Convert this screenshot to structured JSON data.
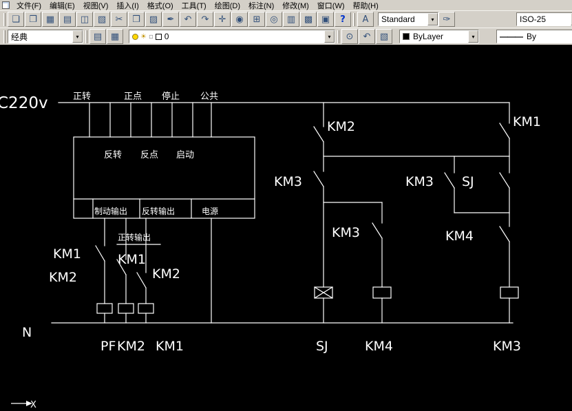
{
  "ui": {
    "chevron": "▾",
    "sun": "☀",
    "lock": "▫"
  },
  "menu": {
    "items": [
      "文件(F)",
      "编辑(E)",
      "视图(V)",
      "插入(I)",
      "格式(O)",
      "工具(T)",
      "绘图(D)",
      "标注(N)",
      "修改(M)",
      "窗口(W)",
      "帮助(H)"
    ]
  },
  "toolbars": {
    "row1": {
      "buttons": [
        {
          "name": "new-icon",
          "glyph": "❏"
        },
        {
          "name": "open-icon",
          "glyph": "❐"
        },
        {
          "name": "save-icon",
          "glyph": "▦"
        },
        {
          "name": "plot-icon",
          "glyph": "▤"
        },
        {
          "name": "plot-preview-icon",
          "glyph": "◫"
        },
        {
          "name": "publish-icon",
          "glyph": "▧"
        },
        {
          "name": "cut-icon",
          "glyph": "✂"
        },
        {
          "name": "copy-icon",
          "glyph": "❒"
        },
        {
          "name": "paste-icon",
          "glyph": "▨"
        },
        {
          "name": "match-properties-icon",
          "glyph": "✒"
        },
        {
          "name": "undo-icon",
          "glyph": "↶"
        },
        {
          "name": "redo-icon",
          "glyph": "↷"
        },
        {
          "name": "pan-icon",
          "glyph": "✛"
        },
        {
          "name": "zoom-realtime-icon",
          "glyph": "◉"
        },
        {
          "name": "zoom-window-icon",
          "glyph": "⊞"
        },
        {
          "name": "zoom-previous-icon",
          "glyph": "◎"
        },
        {
          "name": "properties-icon",
          "glyph": "▥"
        },
        {
          "name": "designcenter-icon",
          "glyph": "▩"
        },
        {
          "name": "toolpalettes-icon",
          "glyph": "▣"
        },
        {
          "name": "help-icon",
          "glyph": "?"
        }
      ],
      "text_style_glyph": "A",
      "style_combo": "Standard",
      "dim_brush_glyph": "✑",
      "dimstyle_combo": "ISO-25"
    },
    "row2": {
      "workspace_combo": "经典",
      "buttons_left": [
        {
          "name": "layer-properties-icon",
          "glyph": "▤"
        },
        {
          "name": "layer-states-icon",
          "glyph": "▦"
        }
      ],
      "layer_value": "0",
      "buttons_right": [
        {
          "name": "make-object-layer-current-icon",
          "glyph": "⊙"
        },
        {
          "name": "layer-previous-icon",
          "glyph": "↶"
        },
        {
          "name": "layer-isolate-icon",
          "glyph": "▧"
        }
      ],
      "color_combo": "ByLayer",
      "linetype_line": "———",
      "linetype_combo": "By"
    }
  },
  "drawing": {
    "labels": {
      "supply": "C220v",
      "col1": "正转",
      "col2": "正点",
      "col3": "停止",
      "col4": "公共",
      "row1": "反转",
      "row2": "反点",
      "row3": "启动",
      "out1": "制动输出",
      "out2": "反转输出",
      "out3": "电源",
      "fwd_out": "正转输出",
      "km1_left": "KM1",
      "km2_left": "KM2",
      "km1_mid": "KM1",
      "km2_mid": "KM2",
      "neutral": "N",
      "pf": "PF",
      "km2_coil": "KM2",
      "km1_coil": "KM1",
      "km2_r": "KM2",
      "km1_r": "KM1",
      "km3_a": "KM3",
      "km3_b": "KM3",
      "sj_contact": "SJ",
      "km3_c": "KM3",
      "km4_contact": "KM4",
      "sj_coil": "SJ",
      "km4_coil": "KM4",
      "km3_coil": "KM3",
      "ucs_x": "X"
    }
  }
}
